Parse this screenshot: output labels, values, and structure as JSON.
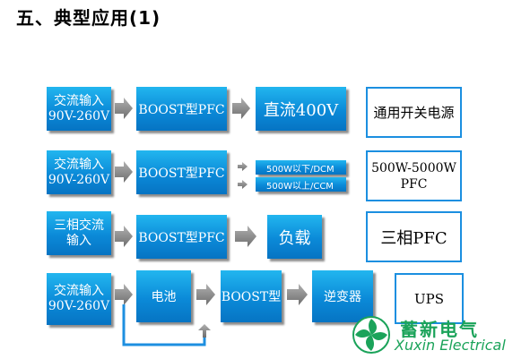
{
  "title": "五、典型应用(1)",
  "rows": [
    {
      "input": "交流输入\n90V-260V",
      "converter": "BOOST型PFC",
      "output": "直流400V",
      "application": "通用开关电源"
    },
    {
      "input": "交流输入\n90V-260V",
      "converter": "BOOST型PFC",
      "outputs": [
        "500W以下/DCM",
        "500W以上/CCM"
      ],
      "application": "500W-5000W\nPFC"
    },
    {
      "input": "三相交流\n输入",
      "converter": "BOOST型PFC",
      "output": "负载",
      "application": "三相PFC"
    },
    {
      "input": "交流输入\n90V-260V",
      "battery": "电池",
      "converter": "BOOST型",
      "inverter": "逆变器",
      "application": "UPS"
    }
  ],
  "logo": {
    "name_cn": "蓄新电气",
    "name_en": "Xuxin Electrical"
  },
  "colors": {
    "box_light": "#22b6ef",
    "box_dark": "#0674c3",
    "arrow": "#8a8a8a",
    "app_border": "#1b8fe0",
    "logo_green": "#1ba35a"
  }
}
